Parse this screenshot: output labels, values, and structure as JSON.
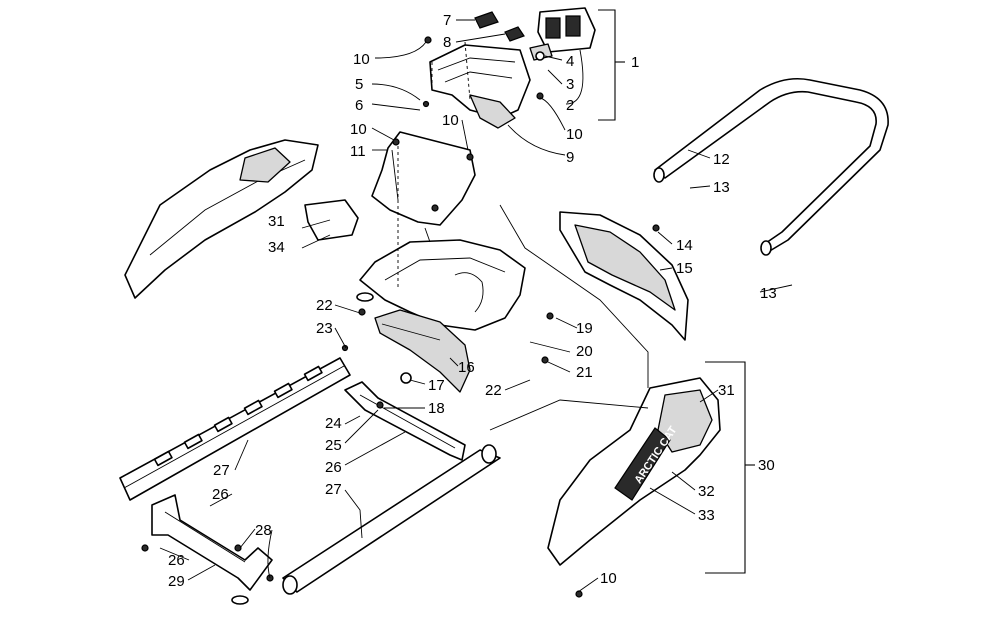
{
  "diagram": {
    "callouts": [
      {
        "id": "c1",
        "text": "1"
      },
      {
        "id": "c2",
        "text": "2"
      },
      {
        "id": "c3",
        "text": "3"
      },
      {
        "id": "c4",
        "text": "4"
      },
      {
        "id": "c5",
        "text": "5"
      },
      {
        "id": "c6",
        "text": "6"
      },
      {
        "id": "c7",
        "text": "7"
      },
      {
        "id": "c8",
        "text": "8"
      },
      {
        "id": "c9",
        "text": "9"
      },
      {
        "id": "c10a",
        "text": "10"
      },
      {
        "id": "c10b",
        "text": "10"
      },
      {
        "id": "c10c",
        "text": "10"
      },
      {
        "id": "c10d",
        "text": "10"
      },
      {
        "id": "c10e",
        "text": "10"
      },
      {
        "id": "c11",
        "text": "11"
      },
      {
        "id": "c12",
        "text": "12"
      },
      {
        "id": "c13a",
        "text": "13"
      },
      {
        "id": "c13b",
        "text": "13"
      },
      {
        "id": "c14",
        "text": "14"
      },
      {
        "id": "c15",
        "text": "15"
      },
      {
        "id": "c16",
        "text": "16"
      },
      {
        "id": "c17",
        "text": "17"
      },
      {
        "id": "c18",
        "text": "18"
      },
      {
        "id": "c19",
        "text": "19"
      },
      {
        "id": "c20",
        "text": "20"
      },
      {
        "id": "c21",
        "text": "21"
      },
      {
        "id": "c22a",
        "text": "22"
      },
      {
        "id": "c22b",
        "text": "22"
      },
      {
        "id": "c23",
        "text": "23"
      },
      {
        "id": "c24",
        "text": "24"
      },
      {
        "id": "c25",
        "text": "25"
      },
      {
        "id": "c26a",
        "text": "26"
      },
      {
        "id": "c26b",
        "text": "26"
      },
      {
        "id": "c26c",
        "text": "26"
      },
      {
        "id": "c27a",
        "text": "27"
      },
      {
        "id": "c27b",
        "text": "27"
      },
      {
        "id": "c28",
        "text": "28"
      },
      {
        "id": "c29",
        "text": "29"
      },
      {
        "id": "c30",
        "text": "30"
      },
      {
        "id": "c31a",
        "text": "31"
      },
      {
        "id": "c31b",
        "text": "31"
      },
      {
        "id": "c32",
        "text": "32"
      },
      {
        "id": "c33",
        "text": "33"
      },
      {
        "id": "c34",
        "text": "34"
      }
    ],
    "decal_text": "ARCTIC CAT"
  }
}
